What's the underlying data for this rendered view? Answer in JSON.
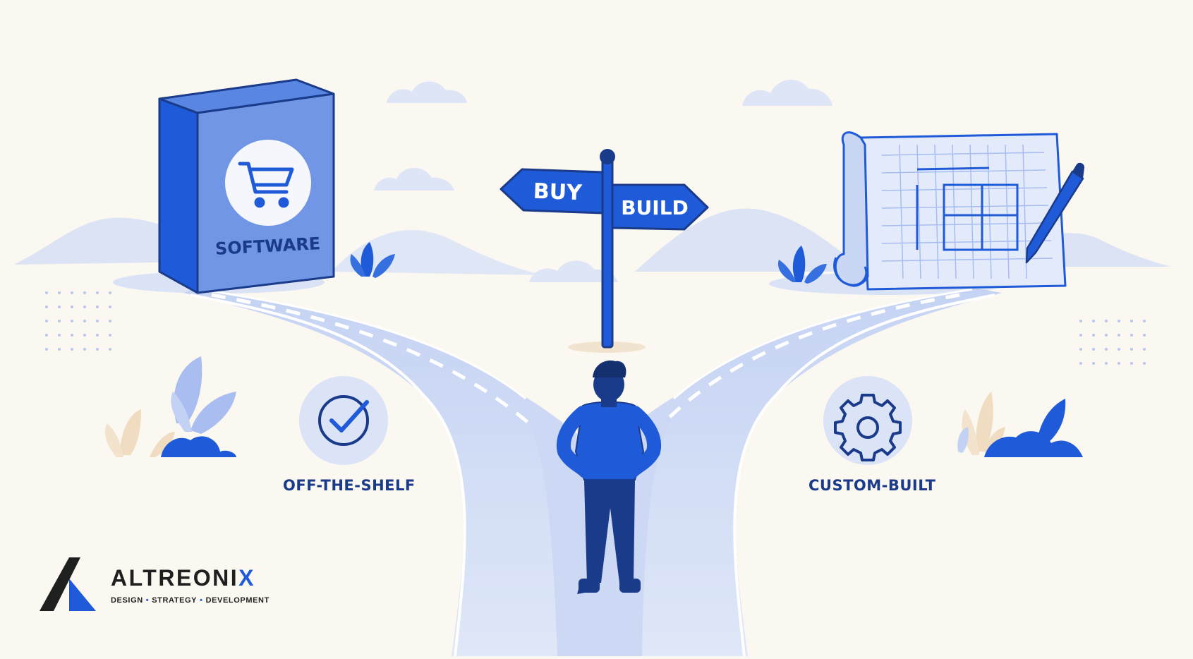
{
  "signpost": {
    "left_sign": "BUY",
    "right_sign": "BUILD"
  },
  "box": {
    "label": "SOFTWARE",
    "icon": "shopping-cart-icon"
  },
  "options": {
    "left": {
      "label": "OFF-THE-SHELF",
      "icon": "checkmark-icon"
    },
    "right": {
      "label": "CUSTOM-BUILT",
      "icon": "gear-icon"
    }
  },
  "brand": {
    "name_main": "ALTREONI",
    "name_accent": "X",
    "tag_1": "DESIGN",
    "tag_2": "STRATEGY",
    "tag_3": "DEVELOPMENT",
    "separator": "•"
  },
  "colors": {
    "background": "#fbf7f1",
    "primary": "#1f5bd8",
    "navy": "#1a3a8a",
    "light_blue": "#c9d7f5",
    "road": "#aebfea"
  }
}
